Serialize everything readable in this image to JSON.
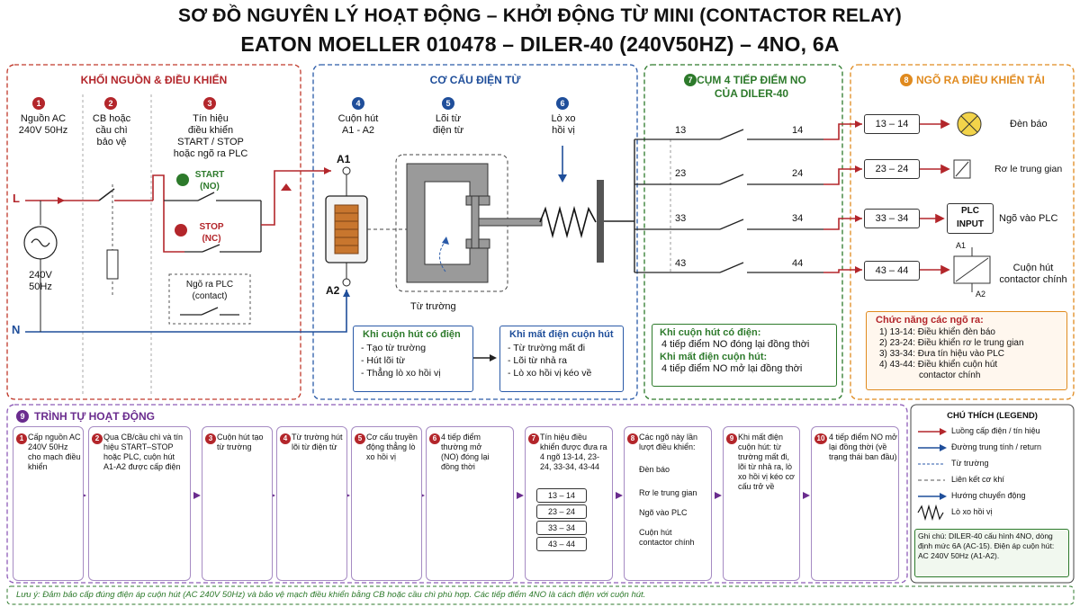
{
  "title_line1": "SƠ ĐỒ NGUYÊN LÝ HOẠT ĐỘNG – KHỞI ĐỘNG TỪ MINI (CONTACTOR RELAY)",
  "title_line2": "EATON MOELLER 010478 – DILER-40 (240V50HZ) – 4NO, 6A",
  "panel1": {
    "title": "KHỐI NGUỒN & ĐIỀU KHIỂN",
    "n1": "1",
    "n1_label": "Nguồn AC\n240V 50Hz",
    "n2": "2",
    "n2_label": "CB hoặc\ncầu chì\nbảo vệ",
    "n3": "3",
    "n3_label": "Tín hiệu\nđiều khiển\nSTART / STOP\nhoặc ngõ ra PLC",
    "start_label": "START\n(NO)",
    "stop_label": "STOP\n(NC)",
    "plc_label": "Ngõ ra PLC\n(contact)",
    "source_label": "240V\n50Hz",
    "line_L": "L",
    "line_N": "N"
  },
  "panel2": {
    "title": "CƠ CẤU ĐIỆN TỪ",
    "n4": "4",
    "n4_label": "Cuộn hút\nA1 - A2",
    "n5": "5",
    "n5_label": "Lõi từ\nđiện từ",
    "n6": "6",
    "n6_label": "Lò xo\nhồi vị",
    "a1": "A1",
    "a2": "A2",
    "field_label": "Từ trường",
    "on_title": "Khi cuộn hút có điện",
    "on_items": [
      "- Tạo từ trường",
      "- Hút lõi từ",
      "- Thẳng lò xo hồi vị"
    ],
    "off_title": "Khi mất điện cuộn hút",
    "off_items": [
      "- Từ trường mất đi",
      "- Lõi từ nhả ra",
      "- Lò xo hồi vị kéo về"
    ]
  },
  "panel3": {
    "n7": "7",
    "title": "CỤM 4 TIẾP ĐIỂM NO\nCỦA DILER-40",
    "contacts": [
      {
        "left": "13",
        "right": "14"
      },
      {
        "left": "23",
        "right": "24"
      },
      {
        "left": "33",
        "right": "34"
      },
      {
        "left": "43",
        "right": "44"
      }
    ],
    "on_title": "Khi cuộn hút có điện:",
    "on_text": "4 tiếp điểm NO đóng lại đồng thời",
    "off_title": "Khi mất điện cuộn hút:",
    "off_text": "4 tiếp điểm NO mở lại đồng thời"
  },
  "panel4": {
    "n8": "8",
    "title": "NGÕ RA ĐIỀU KHIỂN TẢI",
    "outputs": [
      {
        "code": "13 – 14",
        "label": "Đèn báo"
      },
      {
        "code": "23 – 24",
        "label": "Rơ le trung gian"
      },
      {
        "code": "33 – 34",
        "label": "Ngõ vào PLC"
      },
      {
        "code": "43 – 44",
        "label": "Cuộn hút\ncontactor chính"
      }
    ],
    "plc_box": "PLC\nINPUT",
    "coil_a1": "A1",
    "coil_a2": "A2",
    "func_title": "Chức năng các ngõ ra:",
    "func_items": [
      "1) 13-14: Điều khiển đèn báo",
      "2) 23-24: Điều khiển rơ le trung gian",
      "3) 33-34: Đưa tín hiệu vào PLC",
      "4) 43-44: Điều khiển cuộn hút",
      "contactor chính"
    ]
  },
  "sequence": {
    "n9": "9",
    "title": "TRÌNH TỰ HOẠT ĐỘNG",
    "steps": [
      {
        "num": "1",
        "text": "Cấp nguồn AC 240V 50Hz cho mạch điều khiển"
      },
      {
        "num": "2",
        "text": "Qua CB/cầu chì và tín hiệu START–STOP hoặc PLC, cuộn hút A1-A2 được cấp điện"
      },
      {
        "num": "3",
        "text": "Cuộn hút tạo từ trường"
      },
      {
        "num": "4",
        "text": "Từ trường hút lõi từ điện từ"
      },
      {
        "num": "5",
        "text": "Cơ cấu truyền động thẳng lò xo hồi vị"
      },
      {
        "num": "6",
        "text": "4 tiếp điểm thường mở (NO) đóng lại đồng thời"
      },
      {
        "num": "7",
        "text": "Tín hiệu điều khiển được đưa ra 4 ngõ 13-14, 23-24, 33-34, 43-44"
      },
      {
        "num": "8",
        "text": "Các ngõ này lần lượt điều khiển:"
      },
      {
        "num": "9",
        "text": "Khi mất điện cuộn hút: từ trường mất đi, lõi từ nhả ra, lò xo hồi vị kéo cơ cấu trở về"
      },
      {
        "num": "10",
        "text": "4 tiếp điểm NO mở lại đồng thời (về trạng thái ban đầu)"
      }
    ],
    "step7_codes": [
      "13 – 14",
      "23 – 24",
      "33 – 34",
      "43 – 44"
    ],
    "step8_items": [
      "Đèn báo",
      "Rơ le trung gian",
      "Ngõ vào PLC",
      "Cuộn hút\ncontactor chính"
    ]
  },
  "legend": {
    "title": "CHÚ THÍCH (LEGEND)",
    "items": [
      "Luồng cấp điện / tín hiệu",
      "Đường trung tính / return",
      "Từ trường",
      "Liên kết cơ khí",
      "Hướng chuyển động",
      "Lò xo hồi vị"
    ],
    "note": "Ghi chú: DILER-40 cấu hình 4NO, dòng định mức 6A (AC-15). Điện áp cuộn hút: AC 240V 50Hz (A1-A2)."
  },
  "footer": "Lưu ý: Đảm bảo cấp đúng điện áp cuộn hút (AC 240V 50Hz) và bảo vệ mạch điều khiển bằng CB hoặc cầu chì phù hợp. Các tiếp điểm 4NO là cách điện với cuộn hút.",
  "colors": {
    "red": "#b3262b",
    "blue": "#1f4e9a",
    "green": "#2d7a2b",
    "orange": "#e08a1e",
    "purple": "#6a2c8e",
    "copper": "#c8762e",
    "core": "#9a9a9a"
  }
}
